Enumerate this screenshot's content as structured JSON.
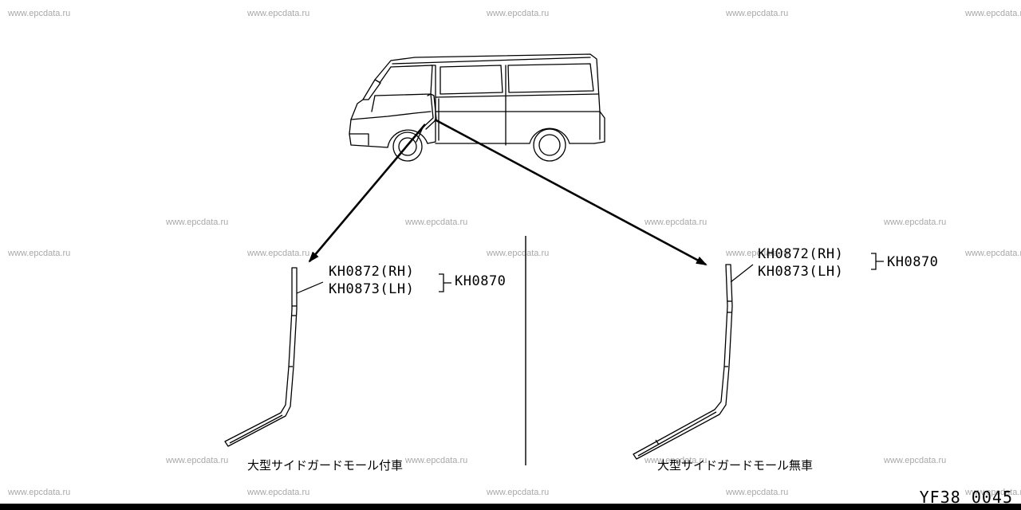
{
  "watermark": "www.epcdata.ru",
  "left_panel": {
    "part_rh": "KH0872(RH)",
    "part_lh": "KH0873(LH)",
    "assembly": "KH0870",
    "caption": "大型サイドガードモール付車"
  },
  "right_panel": {
    "part_rh": "KH0872(RH)",
    "part_lh": "KH0873(LH)",
    "assembly": "KH0870",
    "caption": "大型サイドガードモール無車"
  },
  "diagram_id": "YF38 0045"
}
